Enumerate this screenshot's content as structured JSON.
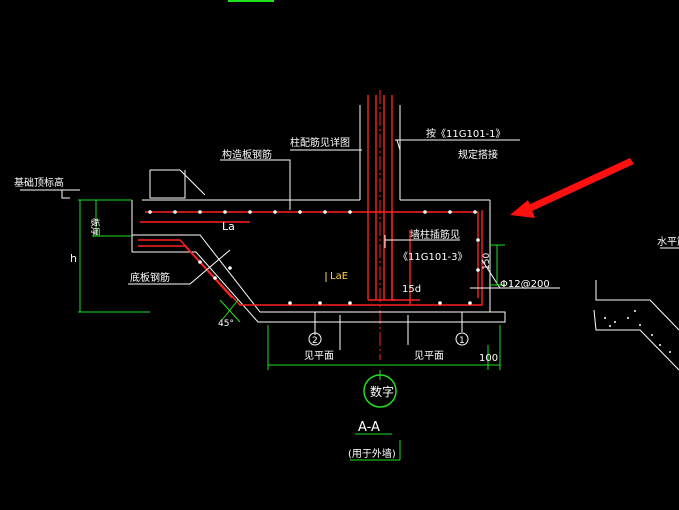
{
  "labels": {
    "foundation_top_elevation": "基础顶标高",
    "slab_thickness": "板厚",
    "h": "h",
    "column_note": "柱配筋见详图",
    "structural_rebar": "构造板钢筋",
    "spec_ref_1": "按《11G101-1》",
    "spec_ref_1_suffix": "规定搭接",
    "la": "La",
    "column_dowel_note": "墙柱插筋见",
    "spec_ref_3": "《11G101-3》",
    "lae": "LaE",
    "dim_15d": "15d",
    "dim_150": "150",
    "rebar_spec": "Φ12@200",
    "bottom_rebar": "底板钢筋",
    "angle_45": "45°",
    "grid_2": "2",
    "grid_1": "1",
    "see_plan_left": "见平面",
    "see_plan_right": "见平面",
    "dim_100": "100",
    "digit_circle": "数字",
    "section_title": "A-A",
    "section_subtitle": "(用于外墙)",
    "right_cut_label": "水平筋"
  },
  "colors": {
    "background": "#000000",
    "outline": "#ffffff",
    "rebar": "#ff2020",
    "dimension": "#20e020",
    "axis": "#ff2020",
    "arrow": "#ff1010",
    "text": "#ffffff",
    "highlight_text": "#ffd24a"
  }
}
